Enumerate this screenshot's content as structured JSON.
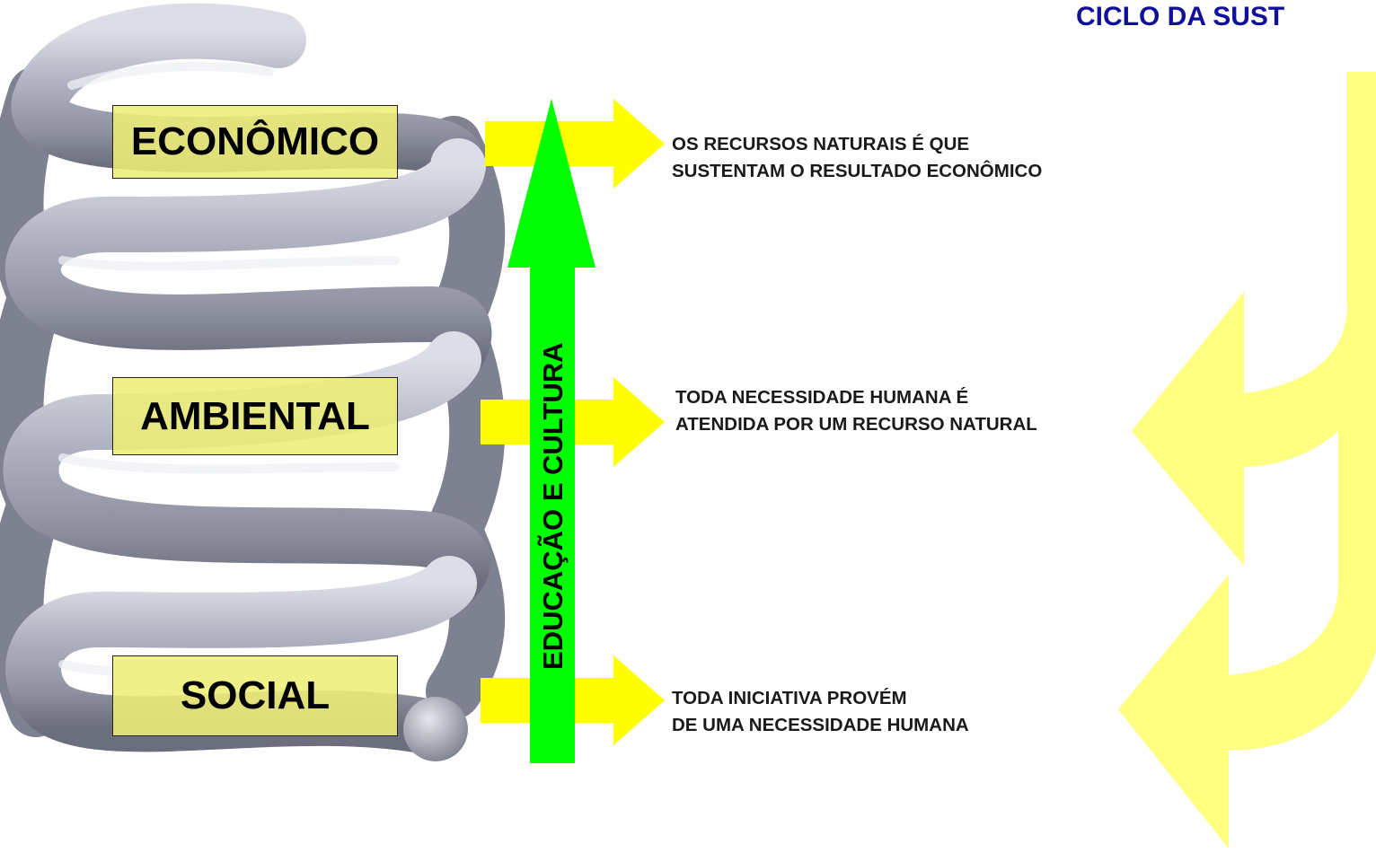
{
  "title": "CICLO DA SUST",
  "vertical_label": "EDUCAÇÃO E CULTURA",
  "levels": [
    {
      "label": "ECONÔMICO",
      "line1": "OS RECURSOS NATURAIS É QUE",
      "line2": "SUSTENTAM O RESULTADO ECONÔMICO"
    },
    {
      "label": "AMBIENTAL",
      "line1": "TODA NECESSIDADE HUMANA É",
      "line2": "ATENDIDA POR UM RECURSO NATURAL"
    },
    {
      "label": "SOCIAL",
      "line1": "TODA INICIATIVA PROVÉM",
      "line2": "DE UMA NECESSIDADE HUMANA"
    }
  ],
  "colors": {
    "title": "#10109a",
    "label_fill": "#eeee78",
    "yellow_arrow": "#ffff00",
    "pale_yellow": "#ffff80",
    "green_arrow": "#00ff00",
    "spring": "#a8abb8"
  },
  "icons": [
    "coil-spring-graphic",
    "green-up-arrow",
    "yellow-right-arrow",
    "curved-yellow-cycle-arrow"
  ]
}
